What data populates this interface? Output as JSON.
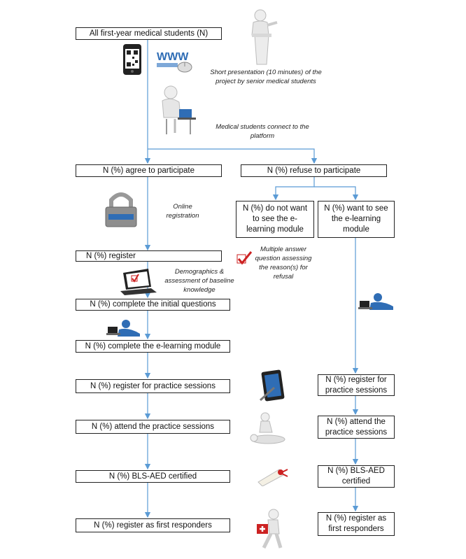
{
  "boxes": {
    "all_students": "All first-year medical students (N)",
    "agree": "N (%) agree to participate",
    "refuse": "N (%) refuse to participate",
    "not_want": "N (%) do not want to see the e-learning module",
    "want": "N (%) want to see the e-learning module",
    "register": "N (%) register",
    "initial_questions": "N (%) complete the initial questions",
    "elearning": "N (%) complete the e-learning module",
    "left_practice_register": "N (%) register for practice sessions",
    "left_practice_attend": "N (%) attend the practice sessions",
    "left_certified": "N (%) BLS-AED certified",
    "left_first_responders": "N (%) register as first responders",
    "right_practice_register": "N (%) register for practice sessions",
    "right_practice_attend": "N (%) attend the practice sessions",
    "right_certified": "N (%) BLS-AED certified",
    "right_first_responders": "N (%) register as first responders"
  },
  "notes": {
    "presentation": "Short presentation (10 minutes) of the project by senior medical students",
    "connect": "Medical students connect to the platform",
    "online_registration": "Online registration",
    "multiple_answer": "Multiple answer question assessing the reason(s) for refusal",
    "demographics": "Demographics & assessment of baseline knowledge"
  },
  "icons": [
    "qr-phone-icon",
    "www-mouse-icon",
    "lecturer-podium-icon",
    "person-laptop-icon",
    "padlock-icon",
    "checkbox-icon",
    "laptop-checklist-icon",
    "reclining-laptop-icon",
    "tablet-stylus-icon",
    "cpr-figure-icon",
    "diploma-icon",
    "first-aid-runner-icon"
  ],
  "colors": {
    "connector": "#5b9bd5",
    "box_border": "#222222",
    "accent_blue": "#2f6db5"
  }
}
